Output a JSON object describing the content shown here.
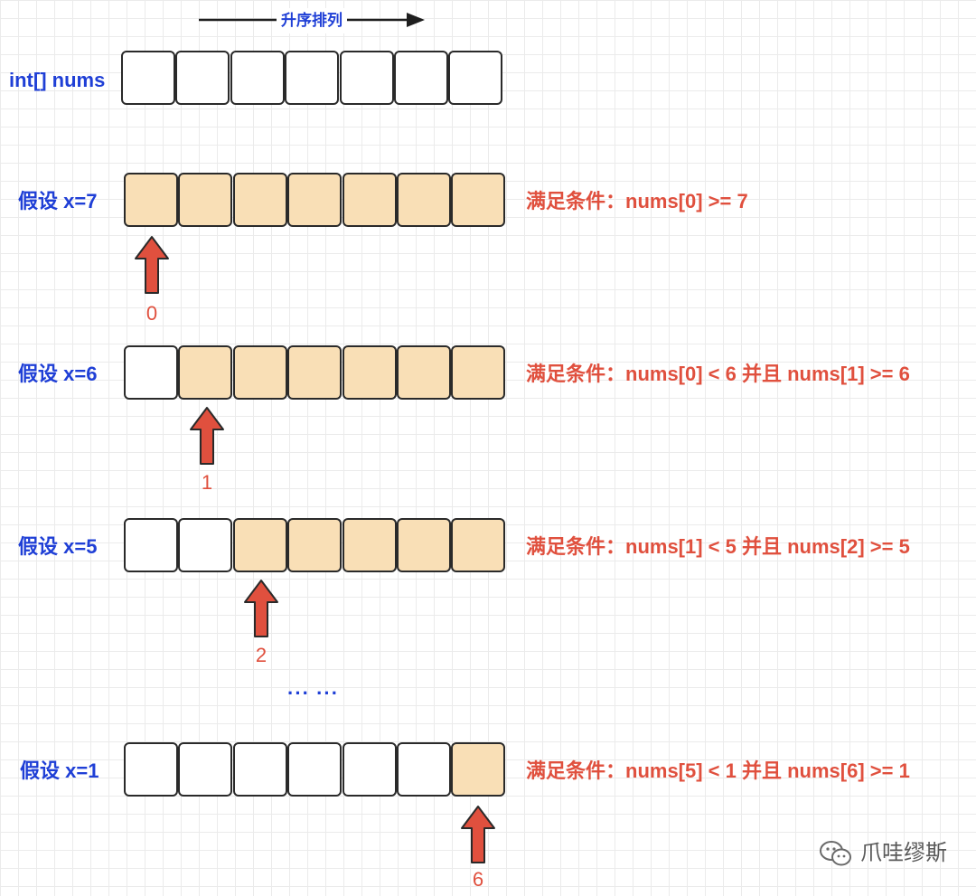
{
  "header": {
    "direction_label": "升序排列",
    "array_label": "int[] nums"
  },
  "rows": [
    {
      "assumption": "假设 x=7",
      "condition": "满足条件：nums[0] >= 7",
      "pointer_index": "0",
      "filled_from": 0
    },
    {
      "assumption": "假设 x=6",
      "condition": "满足条件：nums[0] < 6 并且 nums[1] >= 6",
      "pointer_index": "1",
      "filled_from": 1
    },
    {
      "assumption": "假设 x=5",
      "condition": "满足条件：nums[1] < 5 并且 nums[2] >= 5",
      "pointer_index": "2",
      "filled_from": 2
    },
    {
      "assumption": "假设 x=1",
      "condition": "满足条件：nums[5] < 1 并且 nums[6] >= 1",
      "pointer_index": "6",
      "filled_from": 6
    }
  ],
  "ellipsis": "··· ···",
  "watermark": {
    "text": "爪哇缪斯",
    "icon": "wechat-icon"
  },
  "colors": {
    "label_blue": "#1f3fd6",
    "condition_red": "#e0503e",
    "arrow_red": "#e0503e",
    "cell_filled": "#f9dfb6",
    "cell_border": "#2a2a2a"
  }
}
